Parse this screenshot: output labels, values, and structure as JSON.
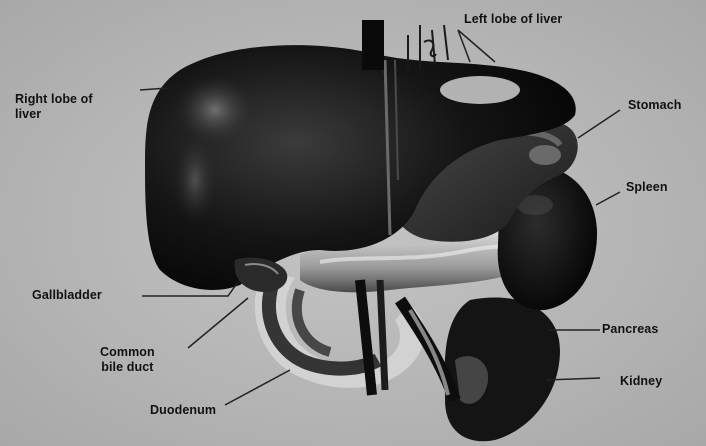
{
  "labels": {
    "left_lobe_of_liver": "Left lobe of liver",
    "right_lobe_of_liver_line1": "Right lobe of",
    "right_lobe_of_liver_line2": "liver",
    "stomach": "Stomach",
    "spleen": "Spleen",
    "gallbladder": "Gallbladder",
    "common_bile_duct_line1": "Common",
    "common_bile_duct_line2": "bile duct",
    "pancreas": "Pancreas",
    "kidney": "Kidney",
    "duodenum": "Duodenum"
  },
  "colors": {
    "background": "#b9b9b9",
    "organ_dark": "#111111",
    "organ_mid": "#3a3a3a",
    "organ_light": "#d8d8d8",
    "leader_line": "#222222"
  }
}
